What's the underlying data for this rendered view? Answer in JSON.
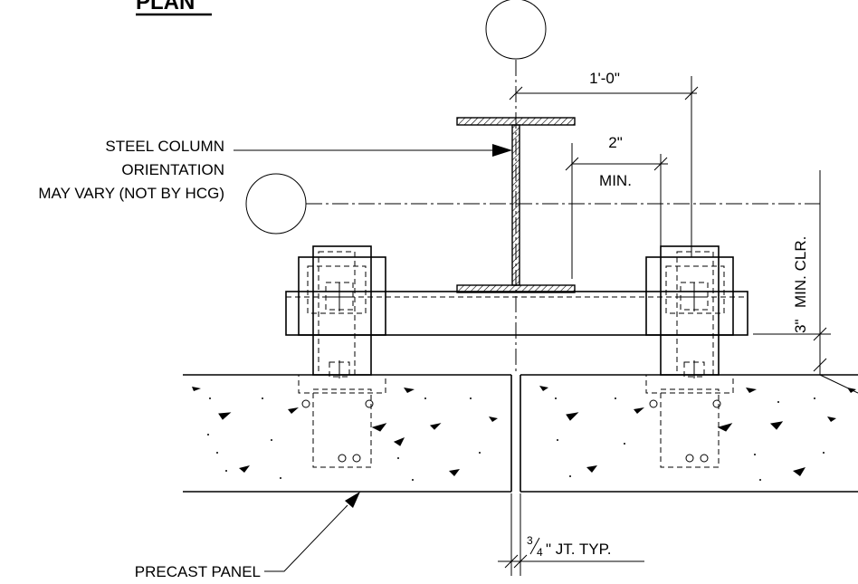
{
  "title": "PLAN",
  "labels": {
    "steel_column": [
      "STEEL COLUMN",
      "ORIENTATION",
      "MAY VARY (NOT BY HCG)"
    ],
    "precast_panel": "PRECAST PANEL"
  },
  "dimensions": {
    "col_to_bolt": "1'-0\"",
    "min_edge_value": "2\"",
    "min_edge_suffix": "MIN.",
    "clearance_value": "3\"",
    "clearance_suffix": "MIN. CLR.",
    "joint_fraction_num": "3",
    "joint_fraction_den": "4",
    "joint_suffix": "\" JT. TYP."
  }
}
